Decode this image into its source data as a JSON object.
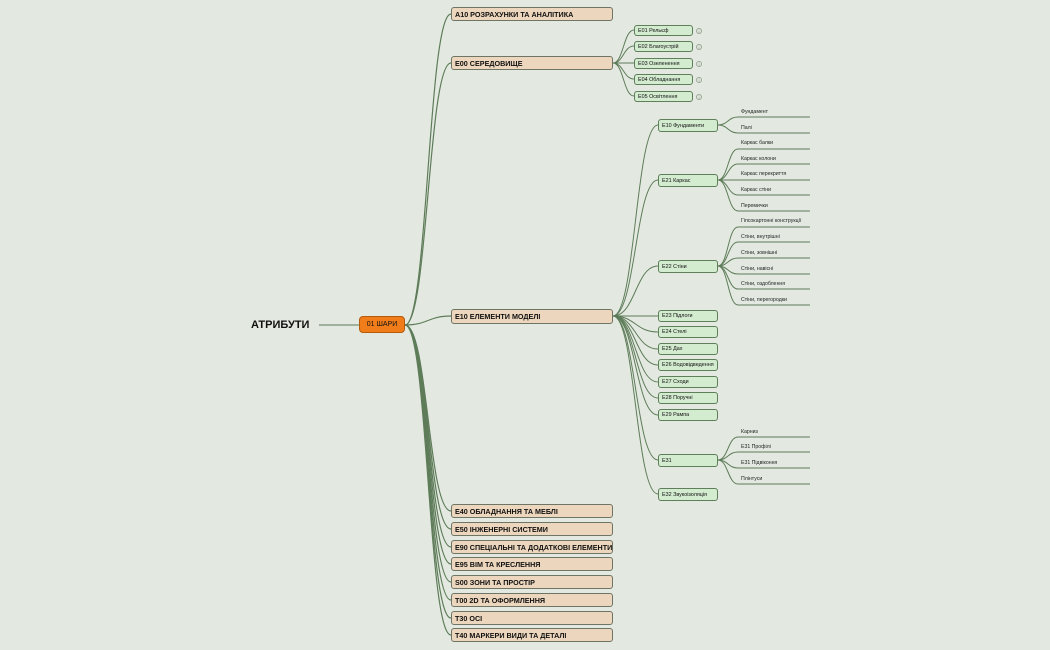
{
  "root": {
    "label": "АТРИБУТИ"
  },
  "center": {
    "label": "01 ШАРИ"
  },
  "a10": {
    "label": "A10 РОЗРАХУНКИ ТА АНАЛІТИКА"
  },
  "e00": {
    "label": "E00 СЕРЕДОВИЩЕ",
    "children": [
      "E01 Рельєф",
      "E02 Благоустрій",
      "E03 Озеленення",
      "E04 Обладнання",
      "E05 Освітлення"
    ],
    "info_icon": "info-icon"
  },
  "e10": {
    "label": "E10 ЕЛЕМЕНТИ МОДЕЛІ",
    "e10f": {
      "label": "E10 Фундаменти",
      "leaves": [
        "Фундамент",
        "Палі"
      ]
    },
    "e21": {
      "label": "E21 Каркас",
      "leaves": [
        "Каркас балки",
        "Каркас колони",
        "Каркас перекриття",
        "Каркас стіни",
        "Перемички"
      ]
    },
    "e22": {
      "label": "E22 Стіни",
      "leaves": [
        "Гіпсокартонні конструкції",
        "Стіни, внутрішні",
        "Стіни, зовнішні",
        "Стіни, навісні",
        "Стіни, оздоблення",
        "Стіни, перегородки"
      ]
    },
    "singles": [
      "E23 Підлоги",
      "E24 Стелі",
      "E25 Дах",
      "E26 Водовідведення",
      "E27 Сходи",
      "E28 Поручні",
      "E29 Рампа"
    ],
    "e31": {
      "label": "E31",
      "leaves": [
        "Карниз",
        "E31 Профілі",
        "E31 Підвіконня",
        "Плінтуси"
      ]
    },
    "e32": {
      "label": "E32 Звукоізоляція"
    }
  },
  "bottom": [
    "E40 ОБЛАДНАННЯ ТА МЕБЛІ",
    "E50 ІНЖЕНЕРНІ СИСТЕМИ",
    "E90 СПЕЦІАЛЬНІ ТА ДОДАТКОВІ ЕЛЕМЕНТИ",
    "E95 BIM ТА КРЕСЛЕННЯ",
    "S00 ЗОНИ ТА ПРОСТІР",
    "T00 2D ТА ОФОРМЛЕННЯ",
    "T30 ОСІ",
    "T40 МАРКЕРИ ВИДИ ТА ДЕТАЛІ"
  ],
  "colors": {
    "background": "#e3e9e1",
    "link": "#5e7c59",
    "center": "#f07d1a",
    "level1": "#ecd6bd",
    "level2": "#d3ebcf"
  }
}
